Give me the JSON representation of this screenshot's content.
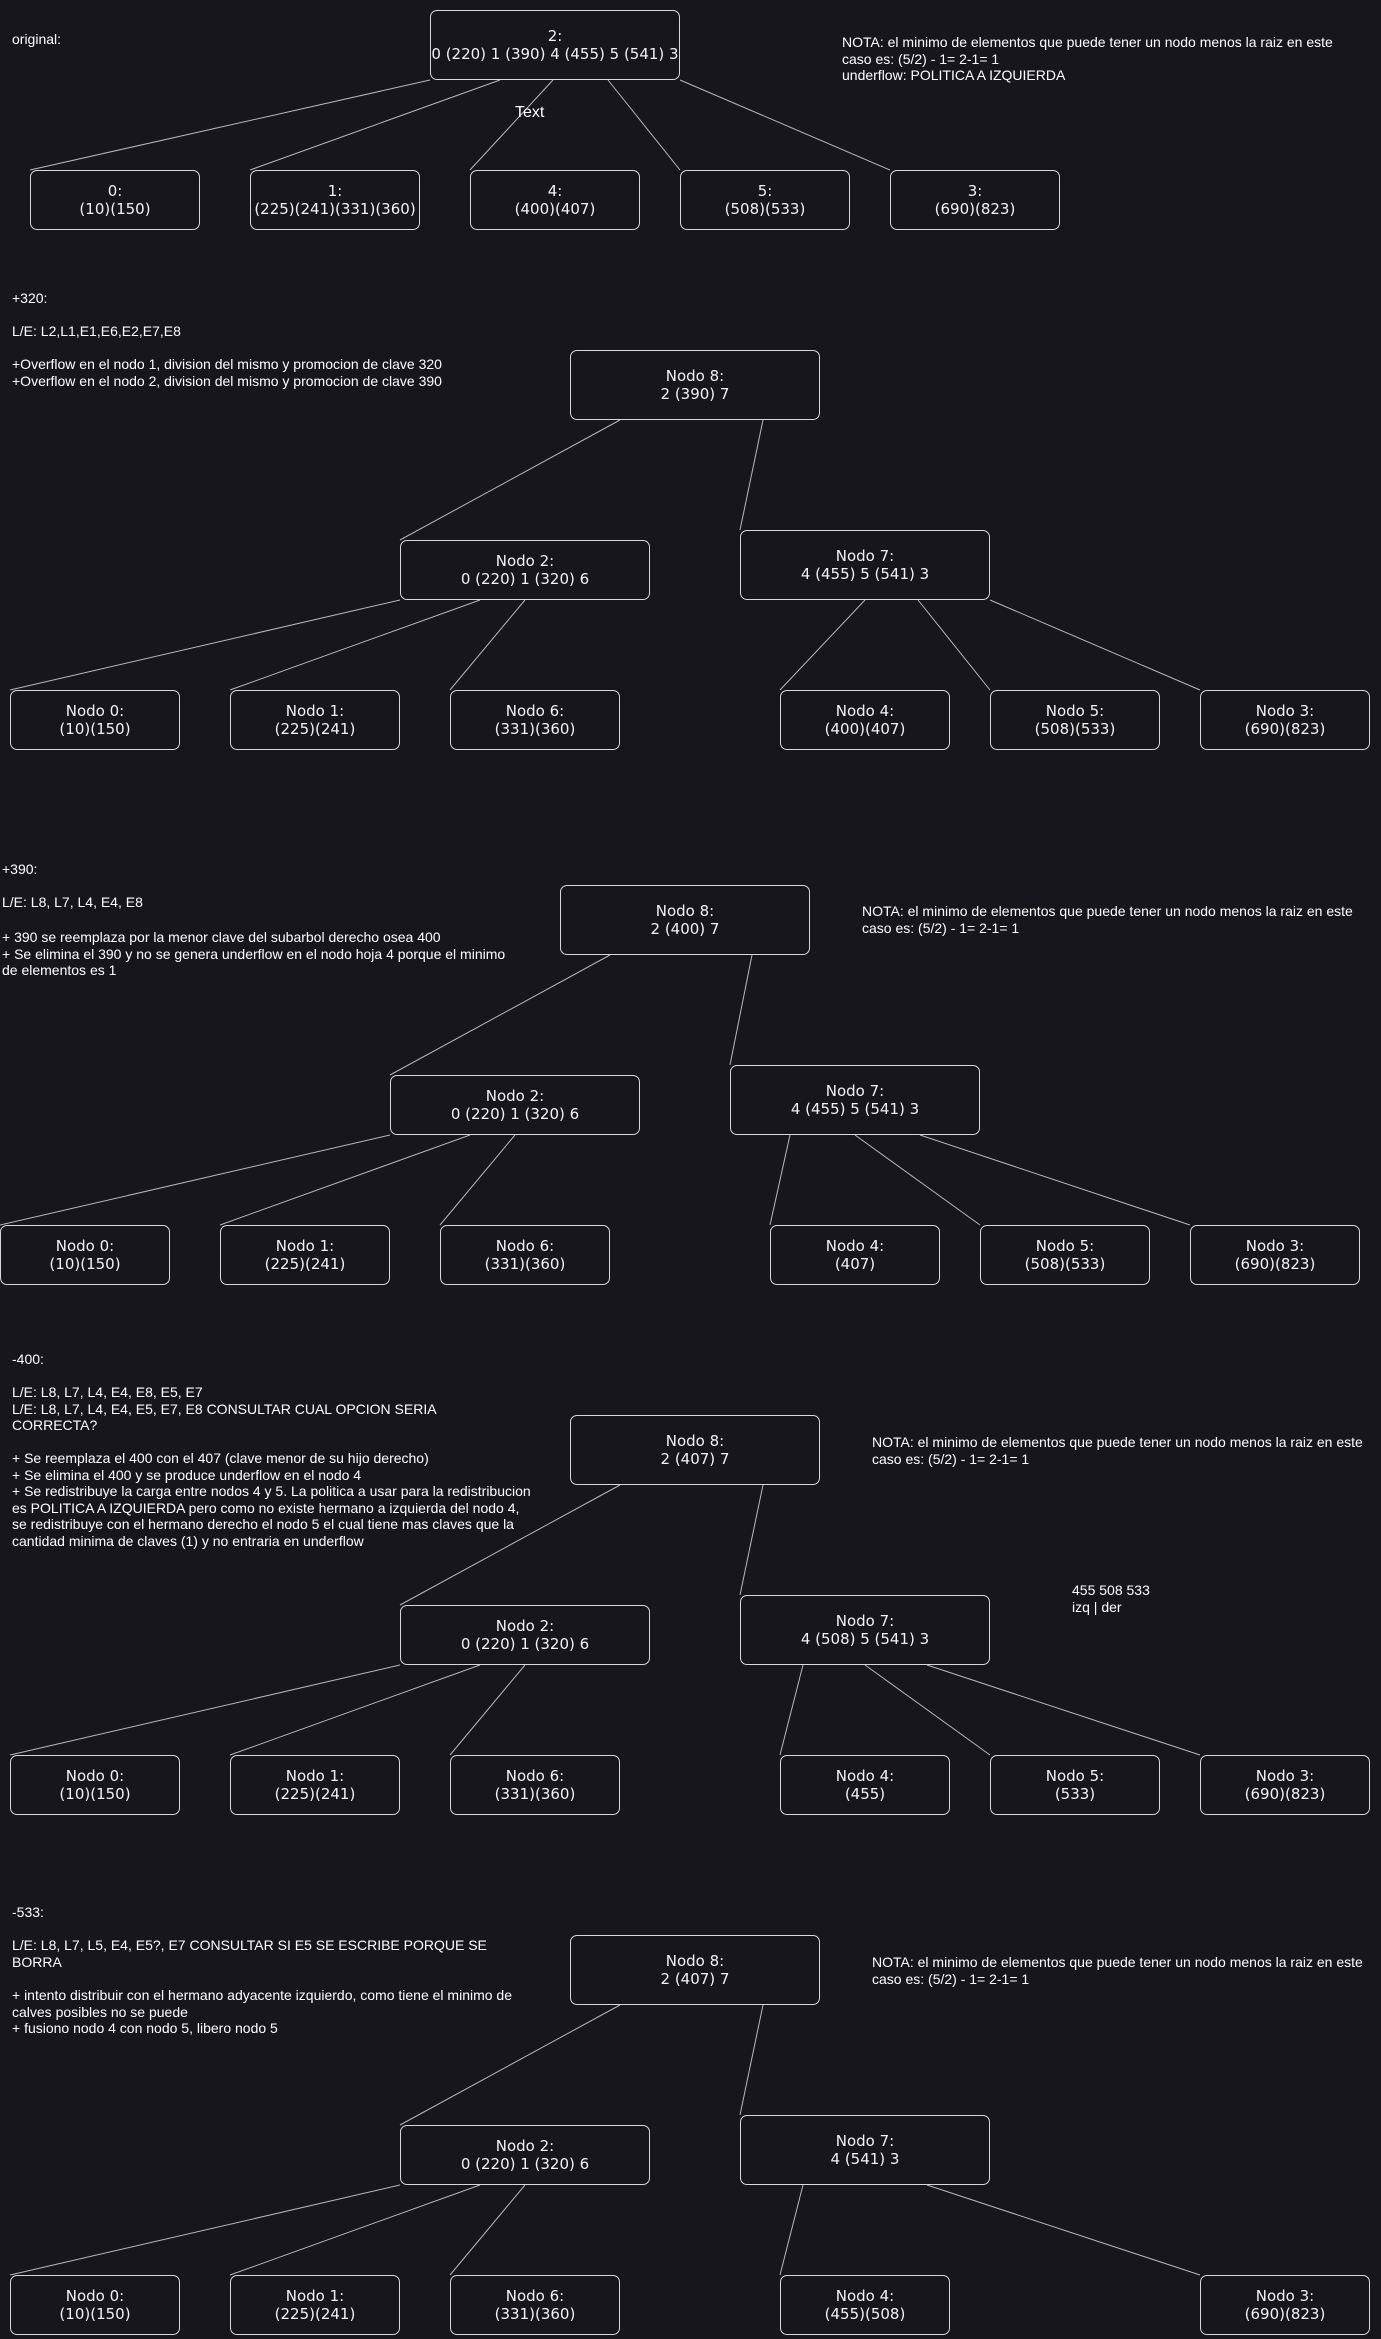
{
  "sections": [
    {
      "id": "original",
      "texts": {
        "title": "original:",
        "note": "NOTA: el minimo de elementos que puede tener un nodo menos la raiz en este caso es: (5/2) - 1= 2-1= 1\nunderflow: POLITICA A IZQUIERDA",
        "stray": "Text"
      },
      "nodes": {
        "root": {
          "name": "2:",
          "keys": "0 (220) 1 (390) 4 (455) 5 (541) 3"
        },
        "n0": {
          "name": "0:",
          "keys": "(10)(150)"
        },
        "n1": {
          "name": "1:",
          "keys": "(225)(241)(331)(360)"
        },
        "n4": {
          "name": "4:",
          "keys": "(400)(407)"
        },
        "n5": {
          "name": "5:",
          "keys": "(508)(533)"
        },
        "n3": {
          "name": "3:",
          "keys": "(690)(823)"
        }
      }
    },
    {
      "id": "plus320",
      "texts": {
        "title": "+320:",
        "le": "L/E: L2,L1,E1,E6,E2,E7,E8",
        "steps": "+Overflow en el nodo 1, division del mismo y promocion de clave 320\n+Overflow en el nodo 2, division del mismo y promocion de clave 390"
      },
      "nodes": {
        "n8": {
          "name": "Nodo 8:",
          "keys": "2 (390) 7"
        },
        "n2": {
          "name": "Nodo 2:",
          "keys": "0 (220) 1 (320) 6"
        },
        "n7": {
          "name": "Nodo 7:",
          "keys": "4 (455) 5 (541) 3"
        },
        "n0": {
          "name": "Nodo 0:",
          "keys": "(10)(150)"
        },
        "n1": {
          "name": "Nodo 1:",
          "keys": "(225)(241)"
        },
        "n6": {
          "name": "Nodo 6:",
          "keys": "(331)(360)"
        },
        "n4": {
          "name": "Nodo 4:",
          "keys": "(400)(407)"
        },
        "n5": {
          "name": "Nodo 5:",
          "keys": "(508)(533)"
        },
        "n3": {
          "name": "Nodo 3:",
          "keys": "(690)(823)"
        }
      }
    },
    {
      "id": "plus390",
      "texts": {
        "title": "+390:",
        "le": "L/E: L8, L7, L4, E4, E8",
        "steps": "+ 390 se reemplaza por la menor clave del subarbol derecho osea 400\n+ Se elimina el 390 y no se genera underflow en el nodo hoja 4 porque el minimo de elementos es 1",
        "note": "NOTA: el minimo de elementos que puede tener un nodo menos la raiz en este caso es: (5/2) - 1= 2-1= 1"
      },
      "nodes": {
        "n8": {
          "name": "Nodo 8:",
          "keys": "2 (400) 7"
        },
        "n2": {
          "name": "Nodo 2:",
          "keys": "0 (220) 1 (320) 6"
        },
        "n7": {
          "name": "Nodo 7:",
          "keys": "4 (455) 5 (541) 3"
        },
        "n0": {
          "name": "Nodo 0:",
          "keys": "(10)(150)"
        },
        "n1": {
          "name": "Nodo 1:",
          "keys": "(225)(241)"
        },
        "n6": {
          "name": "Nodo 6:",
          "keys": "(331)(360)"
        },
        "n4": {
          "name": "Nodo 4:",
          "keys": "(407)"
        },
        "n5": {
          "name": "Nodo 5:",
          "keys": "(508)(533)"
        },
        "n3": {
          "name": "Nodo 3:",
          "keys": "(690)(823)"
        }
      }
    },
    {
      "id": "minus400",
      "texts": {
        "title": "-400:",
        "le": "L/E: L8, L7, L4, E4, E8, E5, E7\nL/E: L8, L7, L4, E4, E5, E7, E8 CONSULTAR CUAL OPCION SERIA CORRECTA?",
        "steps": "+ Se reemplaza el 400 con el 407 (clave menor de su hijo derecho)\n+ Se elimina el 400 y se produce underflow en el nodo 4\n+ Se redistribuye la carga entre nodos 4 y 5. La politica a usar para la redistribucion es POLITICA A IZQUIERDA pero como no existe hermano a izquierda del nodo 4, se redistribuye con el hermano derecho el nodo 5 el cual tiene mas claves que la cantidad minima de claves (1) y no entraria en underflow",
        "note": "NOTA: el minimo de elementos que puede tener un nodo menos la raiz en este caso es: (5/2) - 1= 2-1= 1",
        "aside": "455 508 533\nizq     |    der"
      },
      "nodes": {
        "n8": {
          "name": "Nodo 8:",
          "keys": "2 (407) 7"
        },
        "n2": {
          "name": "Nodo 2:",
          "keys": "0 (220) 1 (320) 6"
        },
        "n7": {
          "name": "Nodo 7:",
          "keys": "4 (508) 5 (541) 3"
        },
        "n0": {
          "name": "Nodo 0:",
          "keys": "(10)(150)"
        },
        "n1": {
          "name": "Nodo 1:",
          "keys": "(225)(241)"
        },
        "n6": {
          "name": "Nodo 6:",
          "keys": "(331)(360)"
        },
        "n4": {
          "name": "Nodo 4:",
          "keys": "(455)"
        },
        "n5": {
          "name": "Nodo 5:",
          "keys": "(533)"
        },
        "n3": {
          "name": "Nodo 3:",
          "keys": "(690)(823)"
        }
      }
    },
    {
      "id": "minus533",
      "texts": {
        "title": "-533:",
        "le": "L/E: L8, L7, L5, E4, E5?, E7  CONSULTAR SI E5 SE ESCRIBE PORQUE SE BORRA",
        "steps": "+ intento distribuir con el hermano adyacente izquierdo, como tiene el minimo de calves posibles no se puede\n+ fusiono nodo 4 con nodo 5, libero nodo 5",
        "note": "NOTA: el minimo de elementos que puede tener un nodo menos la raiz en este caso es: (5/2) - 1= 2-1= 1"
      },
      "nodes": {
        "n8": {
          "name": "Nodo 8:",
          "keys": "2 (407) 7"
        },
        "n2": {
          "name": "Nodo 2:",
          "keys": "0 (220) 1 (320) 6"
        },
        "n7": {
          "name": "Nodo 7:",
          "keys": "4 (541) 3"
        },
        "n0": {
          "name": "Nodo 0:",
          "keys": "(10)(150)"
        },
        "n1": {
          "name": "Nodo 1:",
          "keys": "(225)(241)"
        },
        "n6": {
          "name": "Nodo 6:",
          "keys": "(331)(360)"
        },
        "n4": {
          "name": "Nodo 4:",
          "keys": "(455)(508)"
        },
        "n3": {
          "name": "Nodo 3:",
          "keys": "(690)(823)"
        }
      }
    }
  ]
}
